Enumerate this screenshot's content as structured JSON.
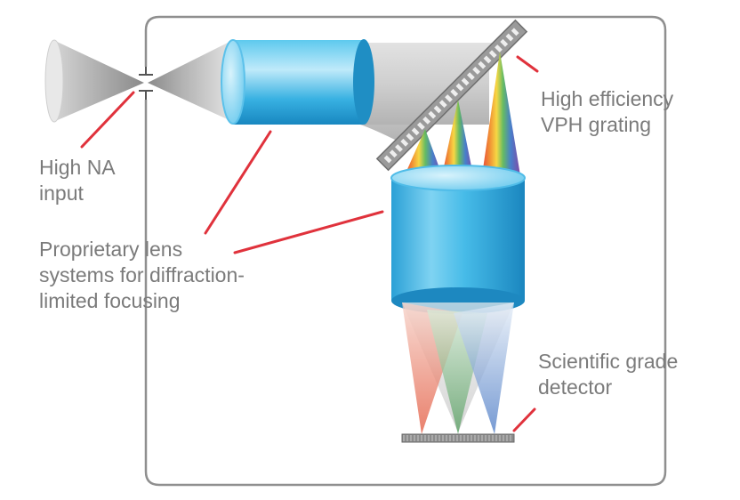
{
  "labels": {
    "input": "High NA\ninput",
    "grating": "High efficiency\nVPH grating",
    "lens": "Proprietary lens\nsystems for diffraction-\nlimited focusing",
    "detector": "Scientific grade\ndetector"
  },
  "colors": {
    "enclosure": "#8f8f8f",
    "callout": "#e0323c",
    "label_text": "#7b7b7b",
    "lens_light": "#bfe9f8",
    "lens_mid": "#3fb7e6",
    "lens_dark": "#1b8fc6",
    "beam": "#c9c9c9",
    "red_ray": "#e2553a",
    "green_ray": "#4c9a57",
    "blue_ray": "#3c6fc0"
  }
}
